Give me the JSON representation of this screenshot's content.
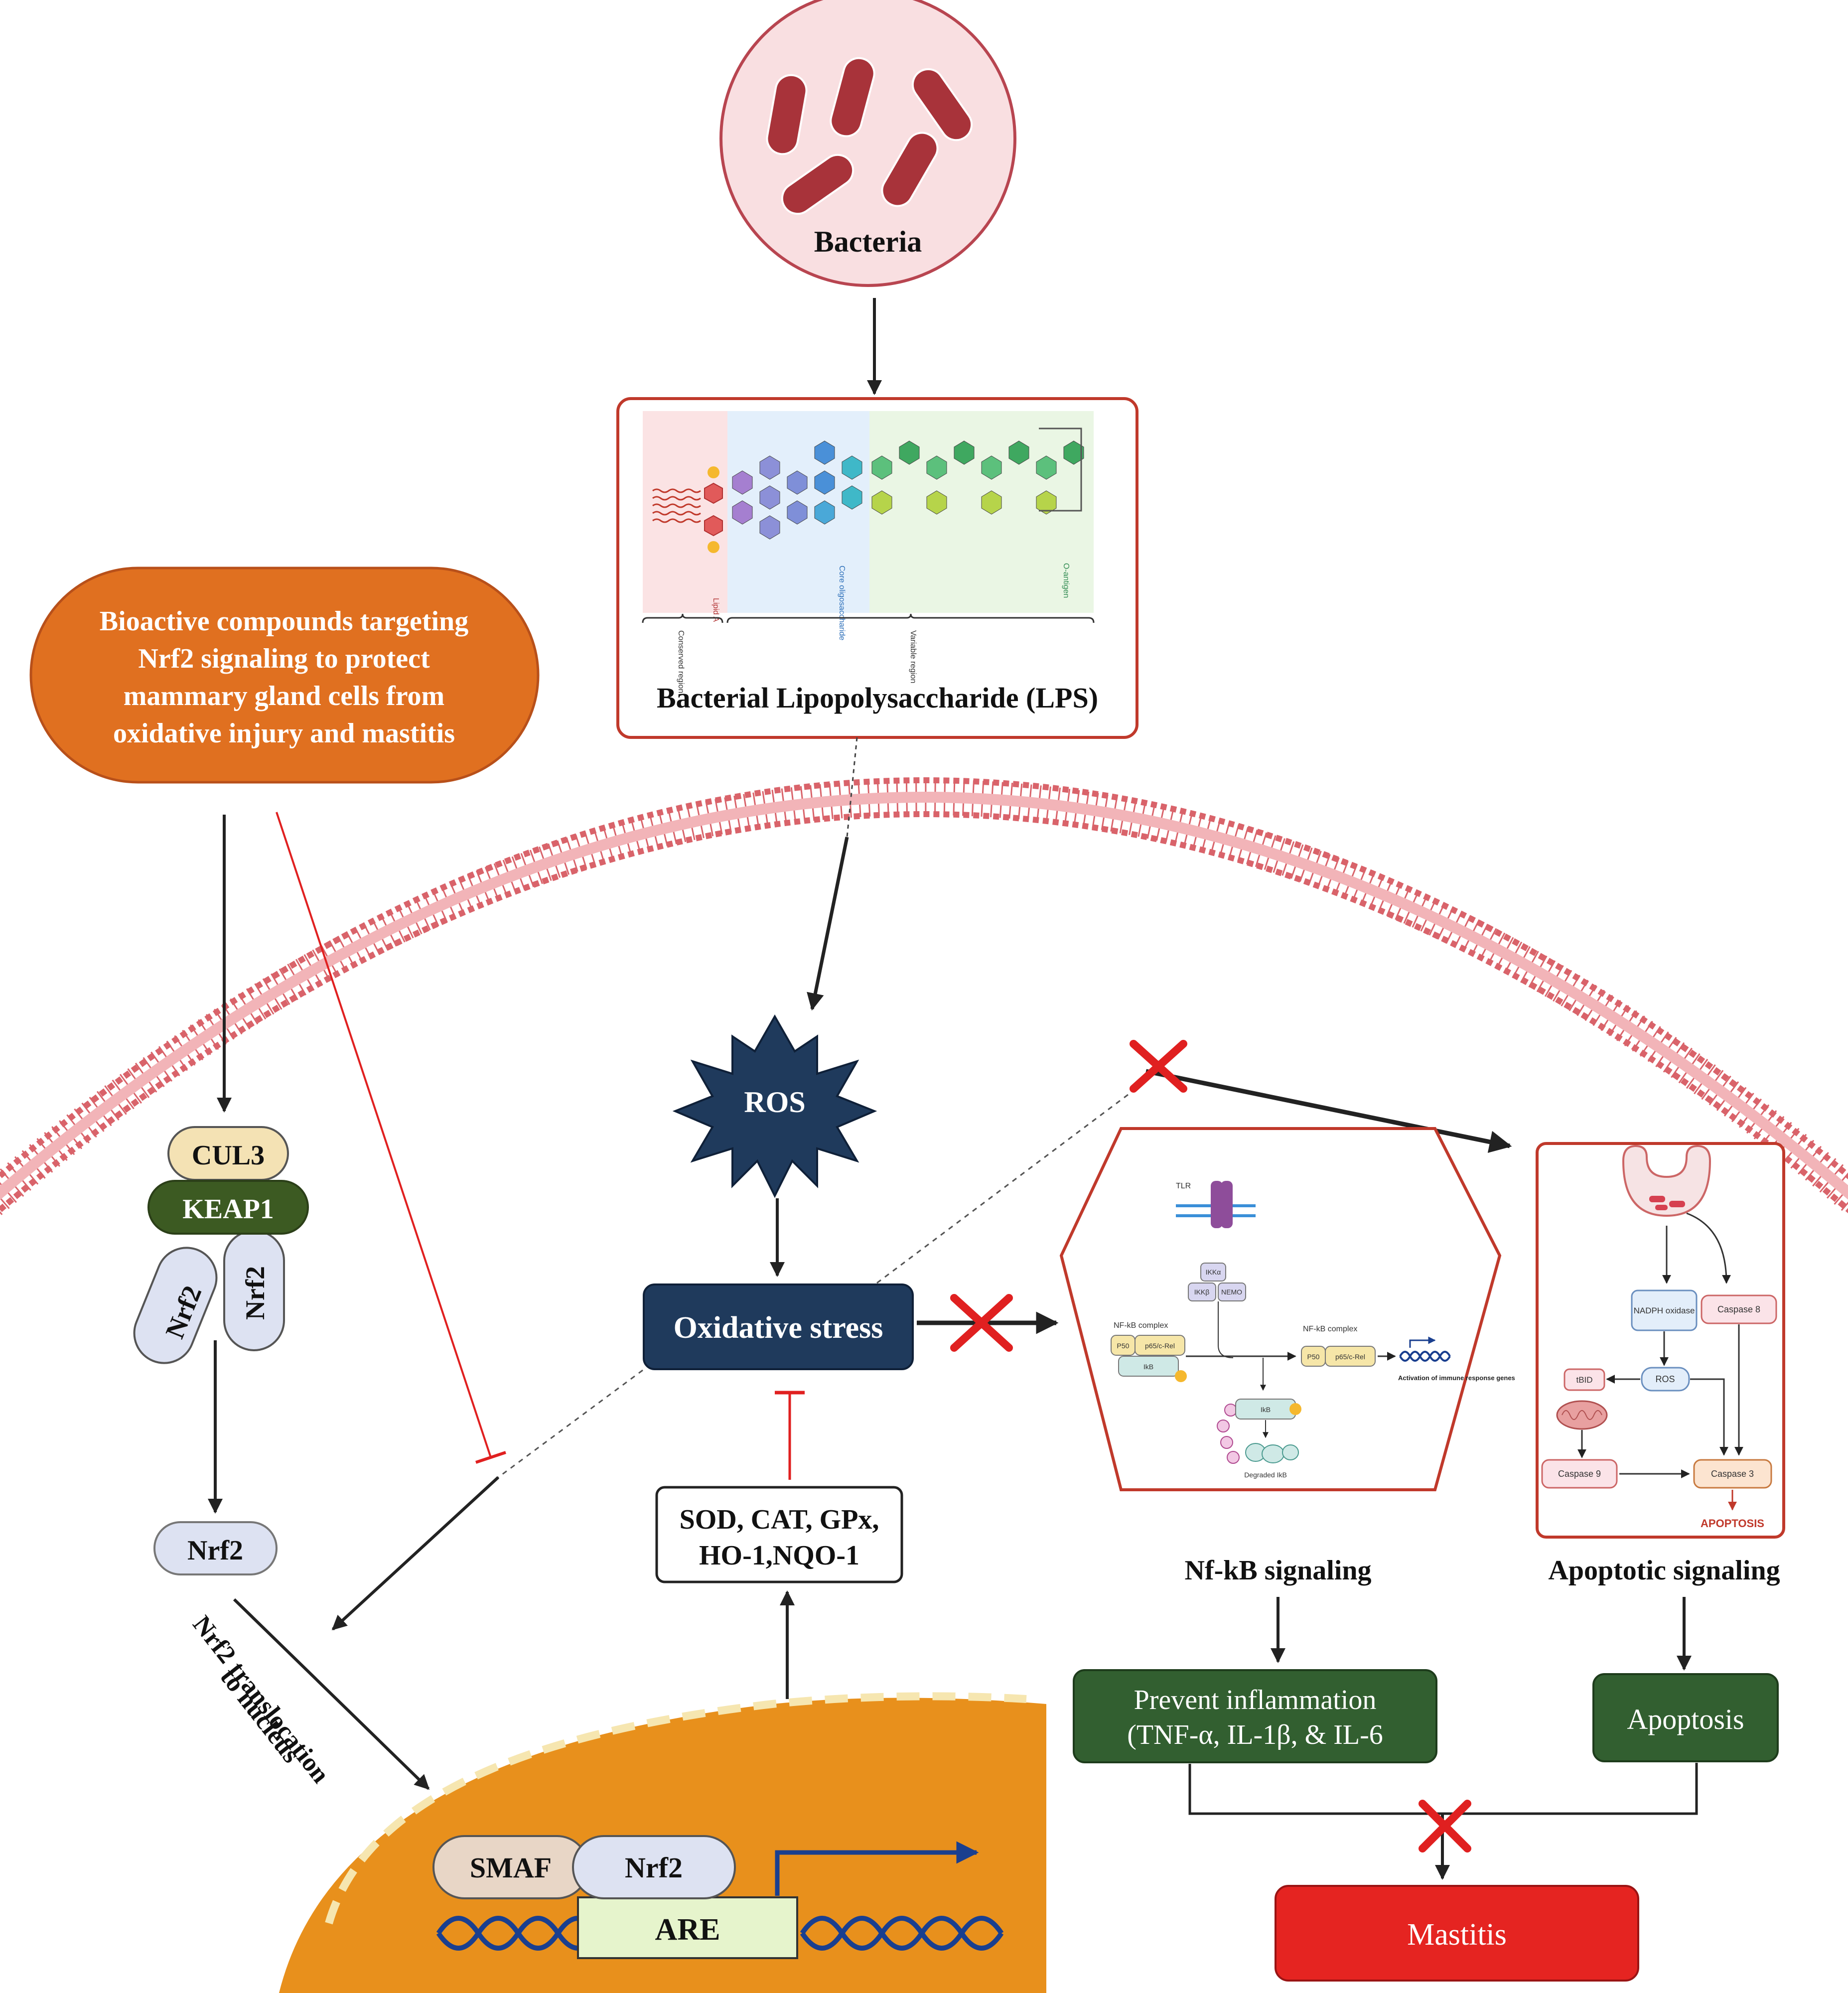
{
  "colors": {
    "bacteria_circle_fill": "#f9dfe1",
    "bacteria_circle_stroke": "#b84550",
    "bacteria_rod": "#a8333a",
    "box_red_stroke": "#c0392b",
    "membrane": "#d9636a",
    "bioactive_fill": "#e07020",
    "ros_fill": "#1f3a5c",
    "oxidative_fill": "#1f3a5c",
    "nucleus_fill": "#e8901c",
    "cul3_fill": "#f4e2b4",
    "keap1_fill": "#3c5a22",
    "nrf2_fill": "#dde2f2",
    "smaf_fill": "#e8d6c6",
    "are_fill": "#e6f4cc",
    "dna": "#1a3f8f",
    "green_box_fill": "#325f30",
    "mastitis_fill": "#e52421",
    "inhibit_red": "#e02020",
    "arrow_dark": "#222222"
  },
  "bacteria": {
    "label": "Bacteria",
    "icon": "rod-bacteria-icon"
  },
  "lps": {
    "label": "Bacterial Lipopolysaccharide (LPS)",
    "region_labels": [
      "Lipid A",
      "Core oligosaccharide",
      "O-antigen"
    ],
    "brace_labels": [
      "Conserved region",
      "Variable region"
    ]
  },
  "bioactive": {
    "lines": [
      "Bioactive compounds targeting",
      "Nrf2 signaling to protect",
      "mammary gland cells from",
      "oxidative injury and mastitis"
    ]
  },
  "ros": {
    "label": "ROS"
  },
  "oxidative_stress": {
    "label": "Oxidative stress"
  },
  "antioxidants": {
    "line1": "SOD, CAT, GPx,",
    "line2": "HO-1,NQO-1"
  },
  "keap_complex": {
    "cul3": "CUL3",
    "keap1": "KEAP1",
    "nrf2_a": "Nrf2",
    "nrf2_b": "Nrf2"
  },
  "nrf2_free": {
    "label": "Nrf2"
  },
  "translocation": {
    "line1": "Nrf2 translocation",
    "line2": "to nucleus"
  },
  "nucleus": {
    "smaf": "SMAF",
    "nrf2": "Nrf2",
    "are": "ARE"
  },
  "nfkb": {
    "caption": "Nf-kB signaling",
    "mini": {
      "receptor": "TLR",
      "ikka": "IKKα",
      "ikkb": "IKKβ",
      "nemo": "NEMO",
      "complex_left_title": "NF-kB complex",
      "p50": "P50",
      "p65": "p65/c-Rel",
      "ikb": "IkB",
      "complex_right_title": "NF-kB complex",
      "p50_r": "P50",
      "p65_r": "p65/c-Rel",
      "activation": "Activation of immune response genes",
      "ikb_deg": "IkB",
      "degraded": "Degraded IkB"
    }
  },
  "apoptotic": {
    "caption": "Apoptotic signaling",
    "mini": {
      "nadph": "NADPH oxidase",
      "caspase8": "Caspase 8",
      "tbid": "tBID",
      "ros": "ROS",
      "caspase9": "Caspase 9",
      "caspase3": "Caspase 3",
      "apoptosis": "APOPTOSIS"
    }
  },
  "prevent": {
    "line1": "Prevent inflammation",
    "line2": "(TNF-α, IL-1β, & IL-6"
  },
  "apoptosis_box": {
    "label": "Apoptosis"
  },
  "mastitis": {
    "label": "Mastitis"
  }
}
